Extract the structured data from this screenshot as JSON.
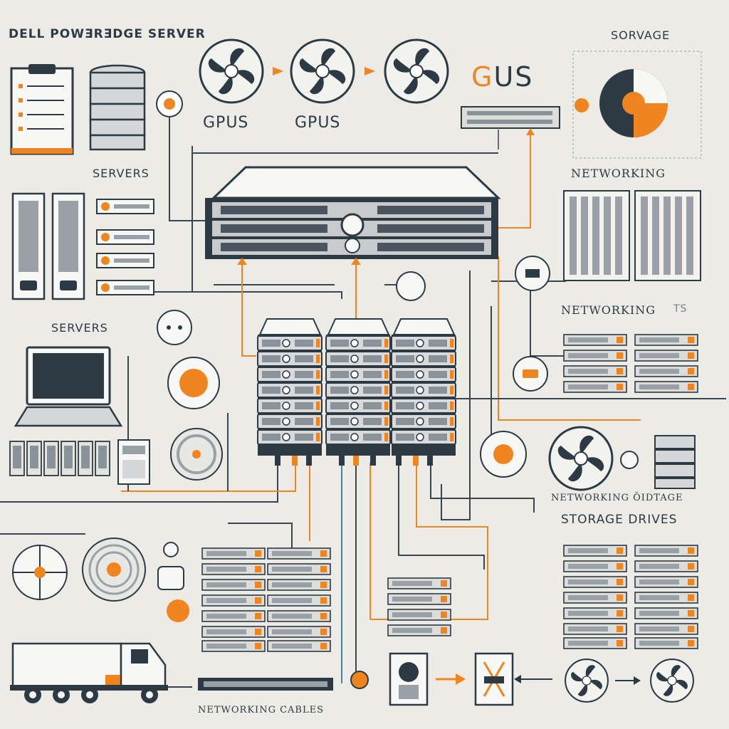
{
  "labels": {
    "title": "DELL POWƎRƎDGE SERVER",
    "sorvage": "SORVAGE",
    "gpus_1": "GPUS",
    "gpus_2": "GPUS",
    "gus_g": "G",
    "gus_rest": "US",
    "servers_1": "SERVERS",
    "servers_2": "SERVERS",
    "networking_1": "NETWORKING",
    "networking_2": "NETWORKING",
    "networking_2_suffix": "TS",
    "networking_storage": "NETWORKING  ǑIDTAGE",
    "storage_drives": "STORAGE DRIVES",
    "networking_cables": "NETWORKING CABLES"
  },
  "colors": {
    "accent": "#f0851f",
    "ink": "#2d3a44",
    "line": "#3a4550",
    "cable_blue": "#4a7fa8",
    "background": "#ecebe6"
  },
  "icons": [
    "clipboard-icon",
    "database-icon",
    "fan-icon",
    "server-rack-icon",
    "laptop-icon",
    "truck-icon",
    "hard-drive-icon",
    "pie-chart-icon",
    "arrow-icon"
  ]
}
